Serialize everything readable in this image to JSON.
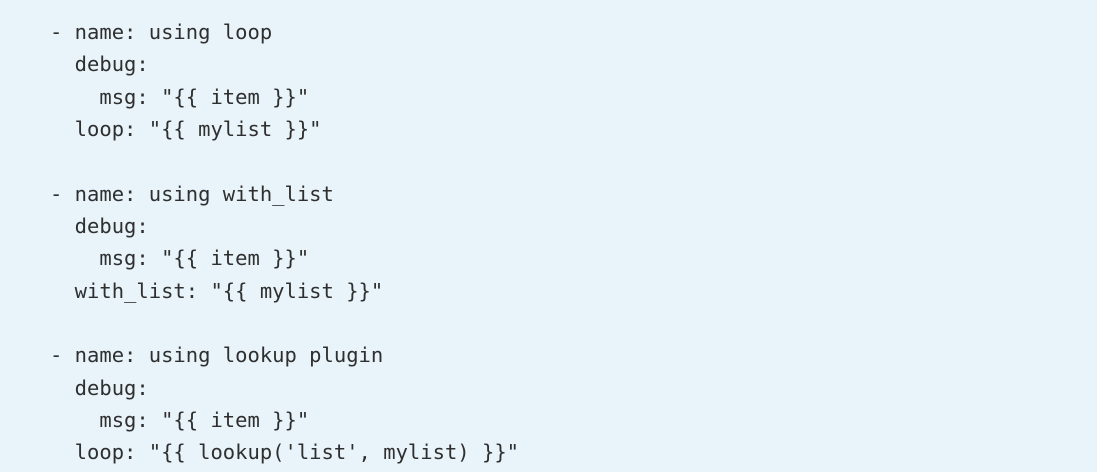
{
  "colors": {
    "background": "#e8f4fa",
    "text": "#2f2f2f"
  },
  "code": {
    "lines": [
      "- name: using loop",
      "  debug:",
      "    msg: \"{{ item }}\"",
      "  loop: \"{{ mylist }}\"",
      "",
      "- name: using with_list",
      "  debug:",
      "    msg: \"{{ item }}\"",
      "  with_list: \"{{ mylist }}\"",
      "",
      "- name: using lookup plugin",
      "  debug:",
      "    msg: \"{{ item }}\"",
      "  loop: \"{{ lookup('list', mylist) }}\""
    ]
  }
}
